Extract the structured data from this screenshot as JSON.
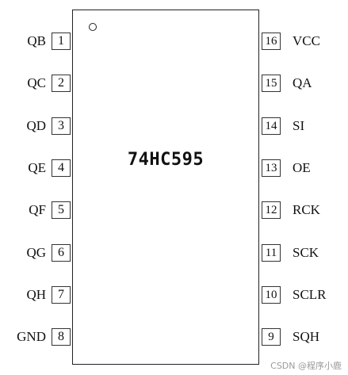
{
  "chip": {
    "name": "74HC595"
  },
  "left_pins": [
    {
      "number": "1",
      "label": "QB"
    },
    {
      "number": "2",
      "label": "QC"
    },
    {
      "number": "3",
      "label": "QD"
    },
    {
      "number": "4",
      "label": "QE"
    },
    {
      "number": "5",
      "label": "QF"
    },
    {
      "number": "6",
      "label": "QG"
    },
    {
      "number": "7",
      "label": "QH"
    },
    {
      "number": "8",
      "label": "GND"
    }
  ],
  "right_pins": [
    {
      "number": "16",
      "label": "VCC"
    },
    {
      "number": "15",
      "label": "QA"
    },
    {
      "number": "14",
      "label": "SI"
    },
    {
      "number": "13",
      "label": "OE"
    },
    {
      "number": "12",
      "label": "RCK"
    },
    {
      "number": "11",
      "label": "SCK"
    },
    {
      "number": "10",
      "label": "SCLR"
    },
    {
      "number": "9",
      "label": "SQH"
    }
  ],
  "watermark": "CSDN @程序小鹿"
}
